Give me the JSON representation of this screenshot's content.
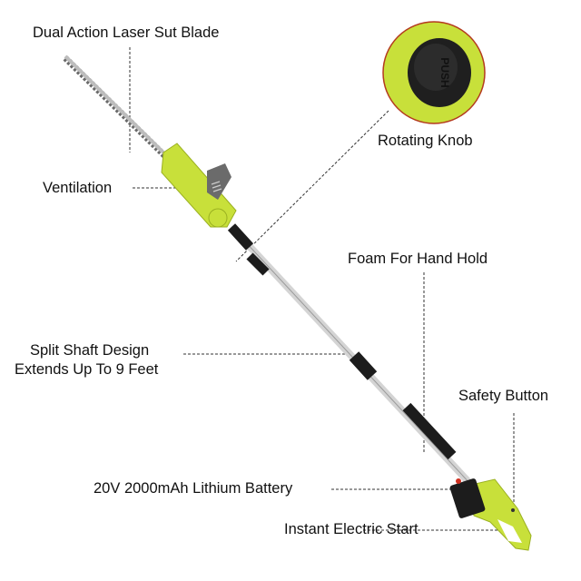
{
  "labels": {
    "blade": "Dual Action Laser Sut Blade",
    "ventilation": "Ventilation",
    "knob": "Rotating Knob",
    "knob_text": "PUSH",
    "foam": "Foam For Hand Hold",
    "shaft_line1": "Split Shaft Design",
    "shaft_line2": "Extends Up To 9 Feet",
    "safety": "Safety Button",
    "battery": "20V 2000mAh Lithium Battery",
    "start": "Instant Electric Start"
  },
  "colors": {
    "accent": "#c8e03a",
    "dark": "#1c1c1c",
    "steel": "#c8c8c8"
  }
}
